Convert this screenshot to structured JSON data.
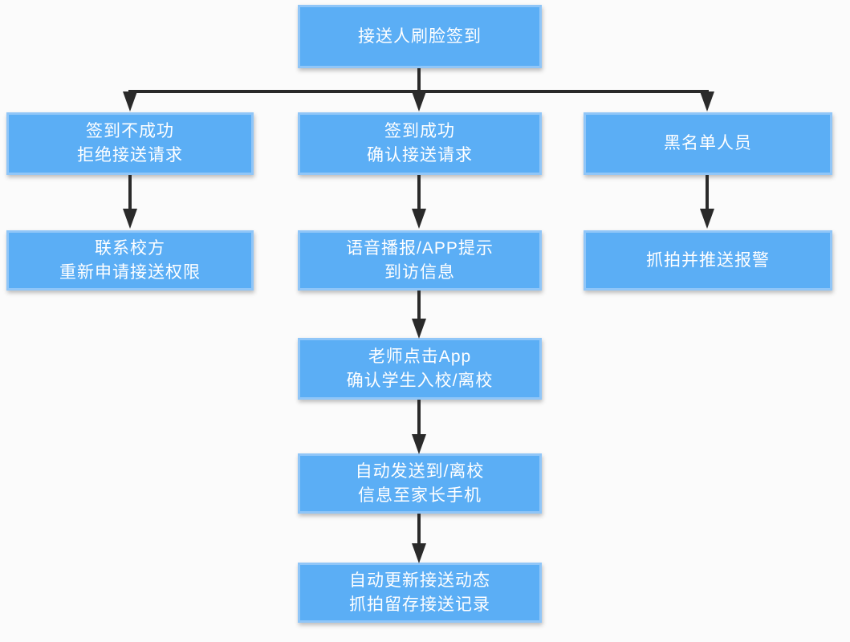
{
  "diagram": {
    "title": "pickup-dropoff-face-signin-flowchart",
    "colors": {
      "background": "#fbfbfb",
      "box_fill": "#5BAEF5",
      "box_border": "#90C6F8",
      "arrow": "#2a2a2a",
      "text": "#ffffff"
    },
    "nodes": [
      {
        "id": "start",
        "lines": [
          "接送人刷脸签到"
        ]
      },
      {
        "id": "fail",
        "lines": [
          "签到不成功",
          "拒绝接送请求"
        ]
      },
      {
        "id": "success",
        "lines": [
          "签到成功",
          "确认接送请求"
        ]
      },
      {
        "id": "blacklist",
        "lines": [
          "黑名单人员"
        ]
      },
      {
        "id": "contact",
        "lines": [
          "联系校方",
          "重新申请接送权限"
        ]
      },
      {
        "id": "broadcast",
        "lines": [
          "语音播报/APP提示",
          "到访信息"
        ]
      },
      {
        "id": "alarm",
        "lines": [
          "抓拍并推送报警"
        ]
      },
      {
        "id": "teacher",
        "lines": [
          "老师点击App",
          "确认学生入校/离校"
        ]
      },
      {
        "id": "send",
        "lines": [
          "自动发送到/离校",
          "信息至家长手机"
        ]
      },
      {
        "id": "update",
        "lines": [
          "自动更新接送动态",
          "抓拍留存接送记录"
        ]
      }
    ],
    "edges": [
      {
        "from": "start",
        "to": "fail"
      },
      {
        "from": "start",
        "to": "success"
      },
      {
        "from": "start",
        "to": "blacklist"
      },
      {
        "from": "fail",
        "to": "contact"
      },
      {
        "from": "success",
        "to": "broadcast"
      },
      {
        "from": "blacklist",
        "to": "alarm"
      },
      {
        "from": "broadcast",
        "to": "teacher"
      },
      {
        "from": "teacher",
        "to": "send"
      },
      {
        "from": "send",
        "to": "update"
      }
    ]
  }
}
